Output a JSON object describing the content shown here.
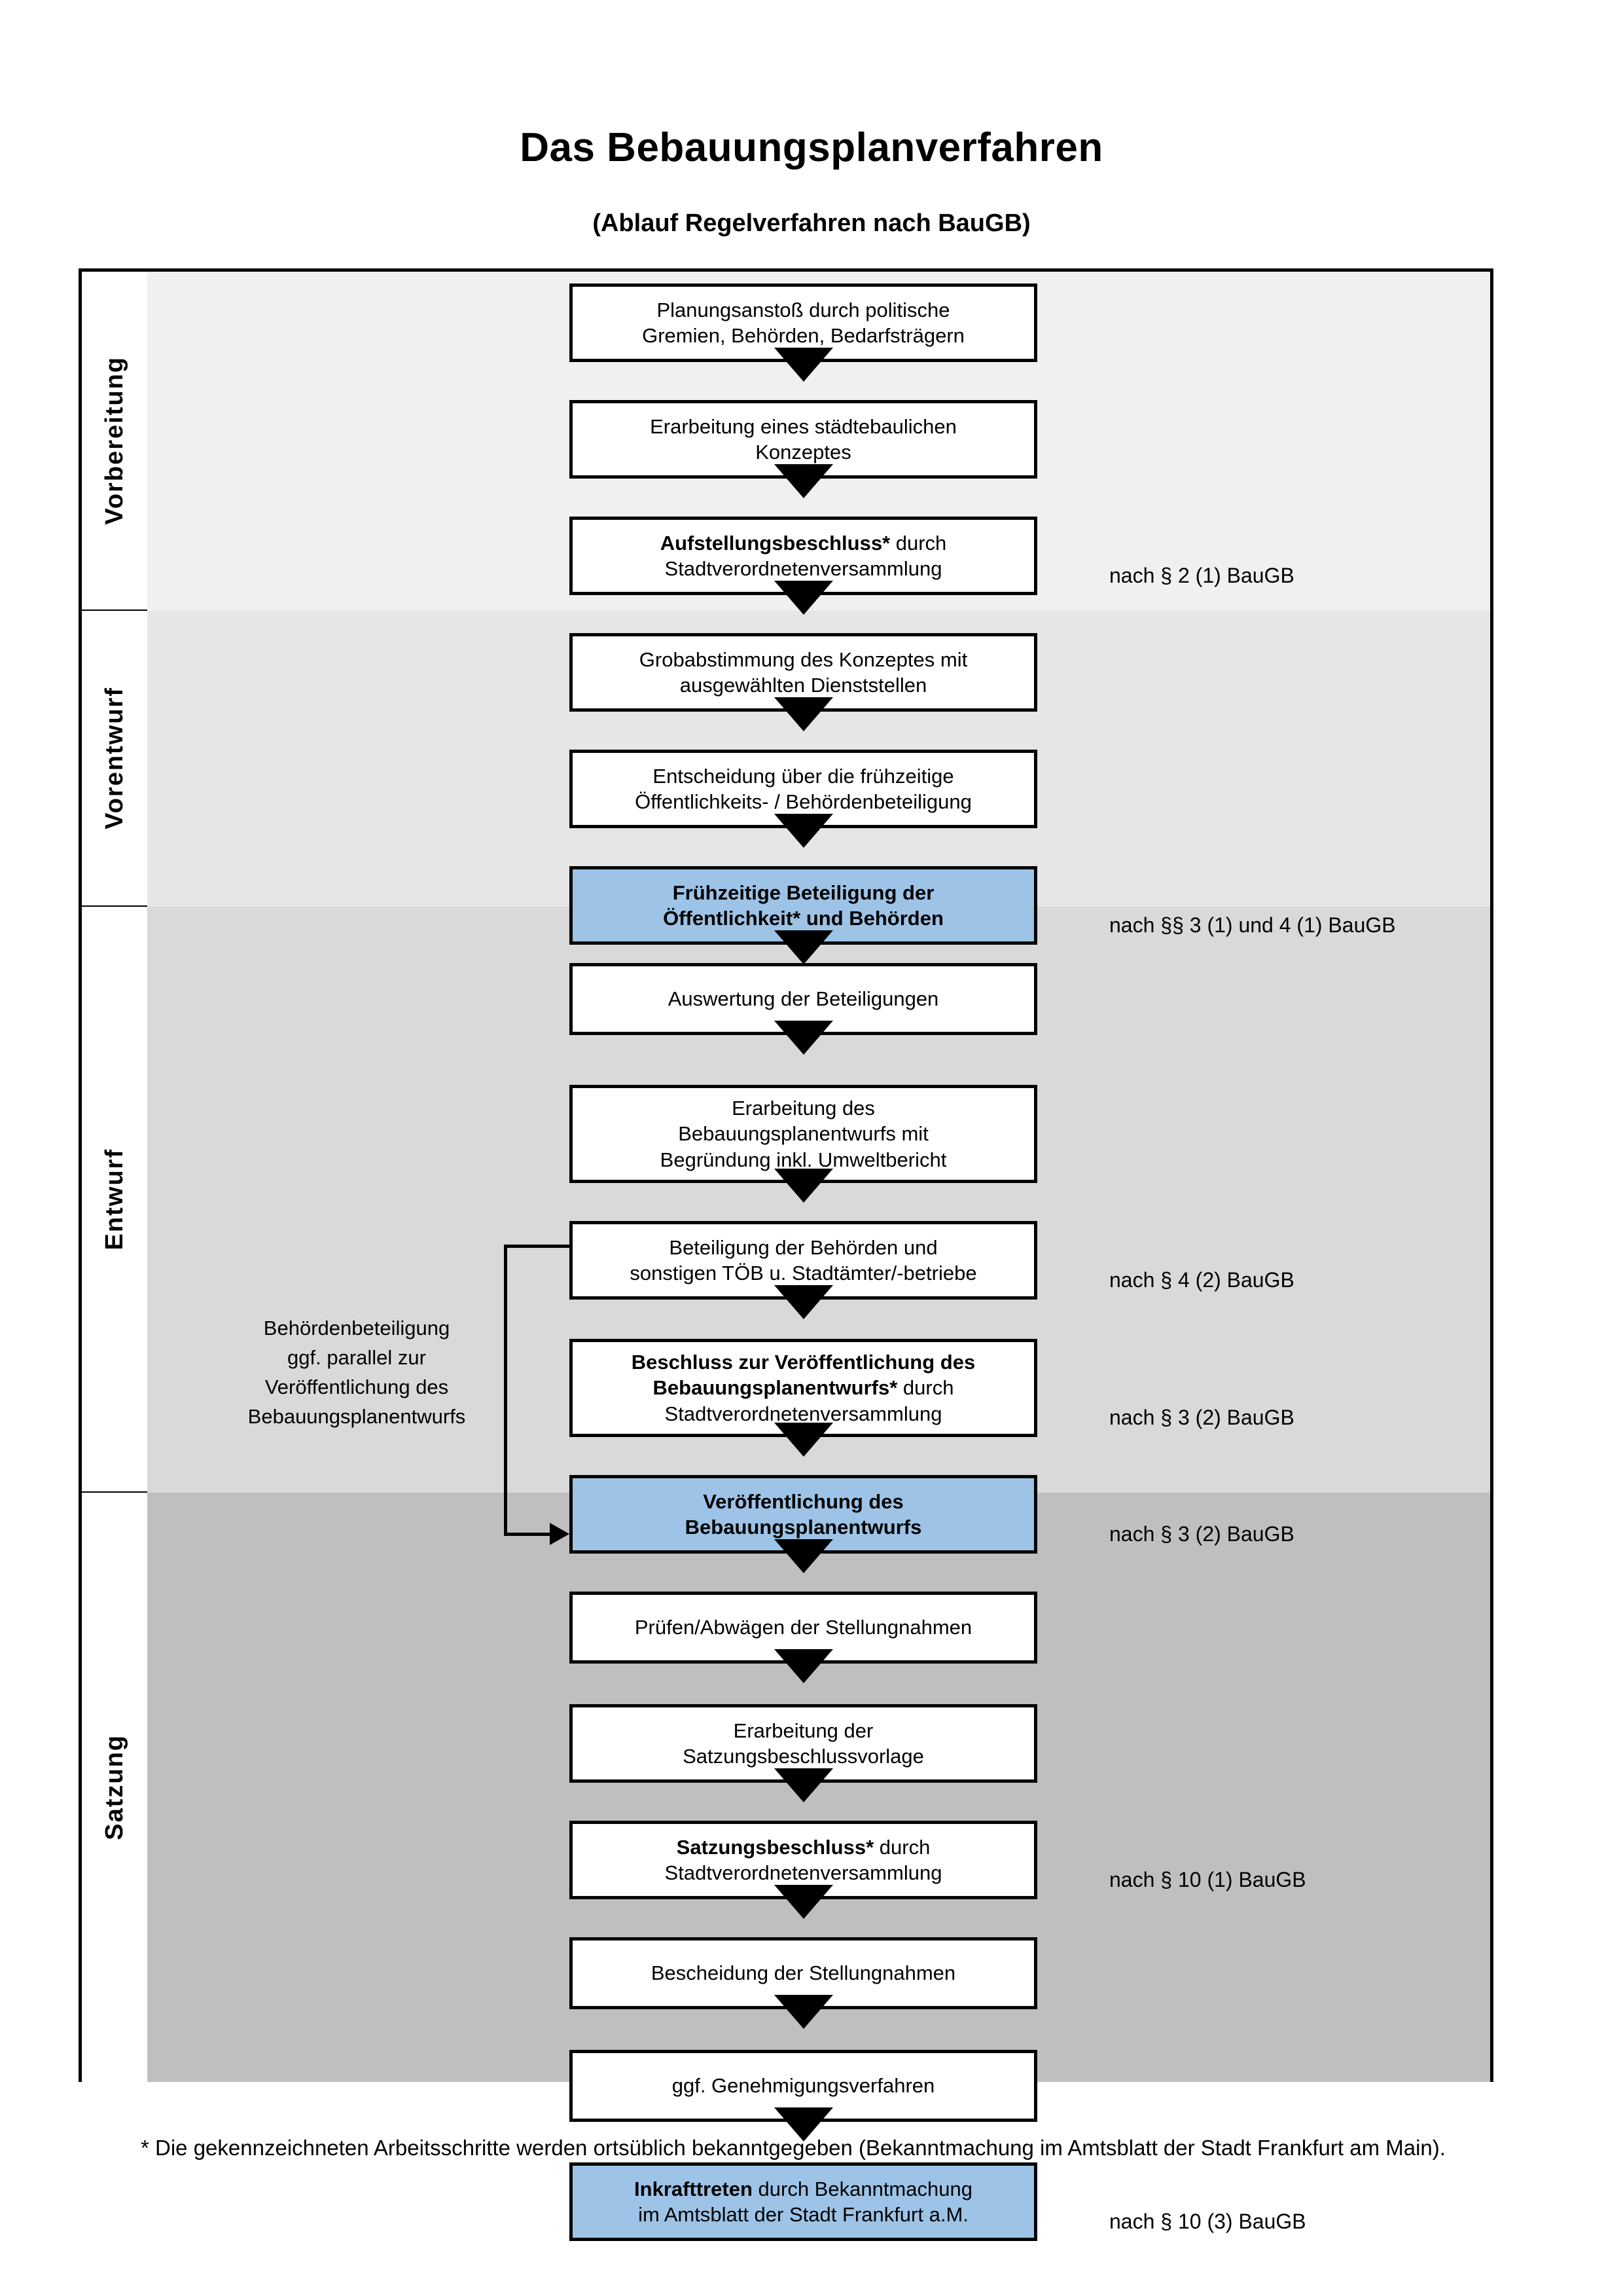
{
  "header": {
    "title": "Das Bebauungsplanverfahren",
    "subtitle": "(Ablauf Regelverfahren nach BauGB)"
  },
  "phases": [
    {
      "id": "vorbereitung",
      "label": "Vorbereitung",
      "band_color": "#f0f0f0"
    },
    {
      "id": "vorentwurf",
      "label": "Vorentwurf",
      "band_color": "#e6e6e6"
    },
    {
      "id": "entwurf",
      "label": "Entwurf",
      "band_color": "#d9d9d9"
    },
    {
      "id": "satzung",
      "label": "Satzung",
      "band_color": "#bfbfbf"
    }
  ],
  "steps": [
    {
      "id": "s1",
      "phase": "vorbereitung",
      "highlight": false,
      "lines": [
        {
          "text": "Planungsanstoß durch politische",
          "bold": false
        },
        {
          "text": "Gremien, Behörden, Bedarfsträgern",
          "bold": false
        }
      ]
    },
    {
      "id": "s2",
      "phase": "vorbereitung",
      "highlight": false,
      "lines": [
        {
          "text": "Erarbeitung eines städtebaulichen",
          "bold": false
        },
        {
          "text": "Konzeptes",
          "bold": false
        }
      ]
    },
    {
      "id": "s3",
      "phase": "vorbereitung",
      "highlight": false,
      "lines": [
        {
          "text": "Aufstellungsbeschluss*",
          "bold": true,
          "suffix": " durch"
        },
        {
          "text": "Stadtverordnetenversammlung",
          "bold": false
        }
      ]
    },
    {
      "id": "s4",
      "phase": "vorentwurf",
      "highlight": false,
      "lines": [
        {
          "text": "Grobabstimmung des Konzeptes mit",
          "bold": false
        },
        {
          "text": "ausgewählten Dienststellen",
          "bold": false
        }
      ]
    },
    {
      "id": "s5",
      "phase": "vorentwurf",
      "highlight": false,
      "lines": [
        {
          "text": "Entscheidung über die frühzeitige",
          "bold": false
        },
        {
          "text": "Öffentlichkeits- / Behördenbeteiligung",
          "bold": false
        }
      ]
    },
    {
      "id": "s6",
      "phase": "vorentwurf",
      "highlight": true,
      "lines": [
        {
          "text": "Frühzeitige Beteiligung der",
          "bold": true
        },
        {
          "text": "Öffentlichkeit* und Behörden",
          "bold": true
        }
      ]
    },
    {
      "id": "s7",
      "phase": "entwurf",
      "highlight": false,
      "lines": [
        {
          "text": "Auswertung der Beteiligungen",
          "bold": false
        }
      ]
    },
    {
      "id": "s8",
      "phase": "entwurf",
      "highlight": false,
      "lines": [
        {
          "text": "Erarbeitung des",
          "bold": false
        },
        {
          "text": "Bebauungsplanentwurfs mit",
          "bold": false
        },
        {
          "text": "Begründung inkl. Umweltbericht",
          "bold": false
        }
      ]
    },
    {
      "id": "s9",
      "phase": "entwurf",
      "highlight": false,
      "lines": [
        {
          "text": "Beteiligung der Behörden und",
          "bold": false
        },
        {
          "text": "sonstigen TÖB u. Stadtämter/-betriebe",
          "bold": false
        }
      ]
    },
    {
      "id": "s10",
      "phase": "entwurf",
      "highlight": false,
      "lines": [
        {
          "text": "Beschluss zur Veröffentlichung des",
          "bold": true
        },
        {
          "text": "Bebauungsplanentwurfs*",
          "bold": true,
          "suffix": " durch"
        },
        {
          "text": "Stadtverordnetenversammlung",
          "bold": false
        }
      ]
    },
    {
      "id": "s11",
      "phase": "entwurf",
      "highlight": true,
      "lines": [
        {
          "text": "Veröffentlichung des",
          "bold": true
        },
        {
          "text": "Bebauungsplanentwurfs",
          "bold": true
        }
      ]
    },
    {
      "id": "s12",
      "phase": "satzung",
      "highlight": false,
      "lines": [
        {
          "text": "Prüfen/Abwägen der Stellungnahmen",
          "bold": false
        }
      ]
    },
    {
      "id": "s13",
      "phase": "satzung",
      "highlight": false,
      "lines": [
        {
          "text": "Erarbeitung der",
          "bold": false
        },
        {
          "text": "Satzungsbeschlussvorlage",
          "bold": false
        }
      ]
    },
    {
      "id": "s14",
      "phase": "satzung",
      "highlight": false,
      "lines": [
        {
          "text": "Satzungsbeschluss*",
          "bold": true,
          "suffix": " durch"
        },
        {
          "text": "Stadtverordnetenversammlung",
          "bold": false
        }
      ]
    },
    {
      "id": "s15",
      "phase": "satzung",
      "highlight": false,
      "lines": [
        {
          "text": "Bescheidung der Stellungnahmen",
          "bold": false
        }
      ]
    },
    {
      "id": "s16",
      "phase": "satzung",
      "highlight": false,
      "lines": [
        {
          "text": "ggf. Genehmigungsverfahren",
          "bold": false
        }
      ]
    },
    {
      "id": "s17",
      "phase": "satzung",
      "highlight": true,
      "lines": [
        {
          "text": "Inkrafttreten",
          "bold": true,
          "suffix": " durch Bekanntmachung"
        },
        {
          "text": "im Amtsblatt der Stadt Frankfurt a.M.",
          "bold": false
        }
      ]
    }
  ],
  "legal_refs": [
    {
      "id": "r1",
      "text": "nach § 2 (1) BauGB",
      "for_step": "s3"
    },
    {
      "id": "r2",
      "text": "nach §§ 3 (1) und 4 (1) BauGB",
      "for_step": "s6"
    },
    {
      "id": "r3",
      "text": "nach § 4 (2) BauGB",
      "for_step": "s9"
    },
    {
      "id": "r4",
      "text": "nach § 3 (2) BauGB",
      "for_step": "s10"
    },
    {
      "id": "r5",
      "text": "nach § 3 (2) BauGB",
      "for_step": "s11"
    },
    {
      "id": "r6",
      "text": "nach § 10 (1) BauGB",
      "for_step": "s14"
    },
    {
      "id": "r7",
      "text": "nach § 10 (3) BauGB",
      "for_step": "s17"
    }
  ],
  "sidenote": {
    "lines": [
      "Behördenbeteiligung",
      "ggf. parallel zur",
      "Veröffentlichung des",
      "Bebauungsplanentwurfs"
    ]
  },
  "footnote": {
    "text": "* Die gekennzeichneten Arbeitsschritte werden ortsüblich bekanntgegeben (Bekanntmachung im Amtsblatt  der Stadt Frankfurt am Main)."
  },
  "colors": {
    "highlight": "#9dc3e6",
    "box_border": "#000000",
    "frame_border": "#000000"
  }
}
